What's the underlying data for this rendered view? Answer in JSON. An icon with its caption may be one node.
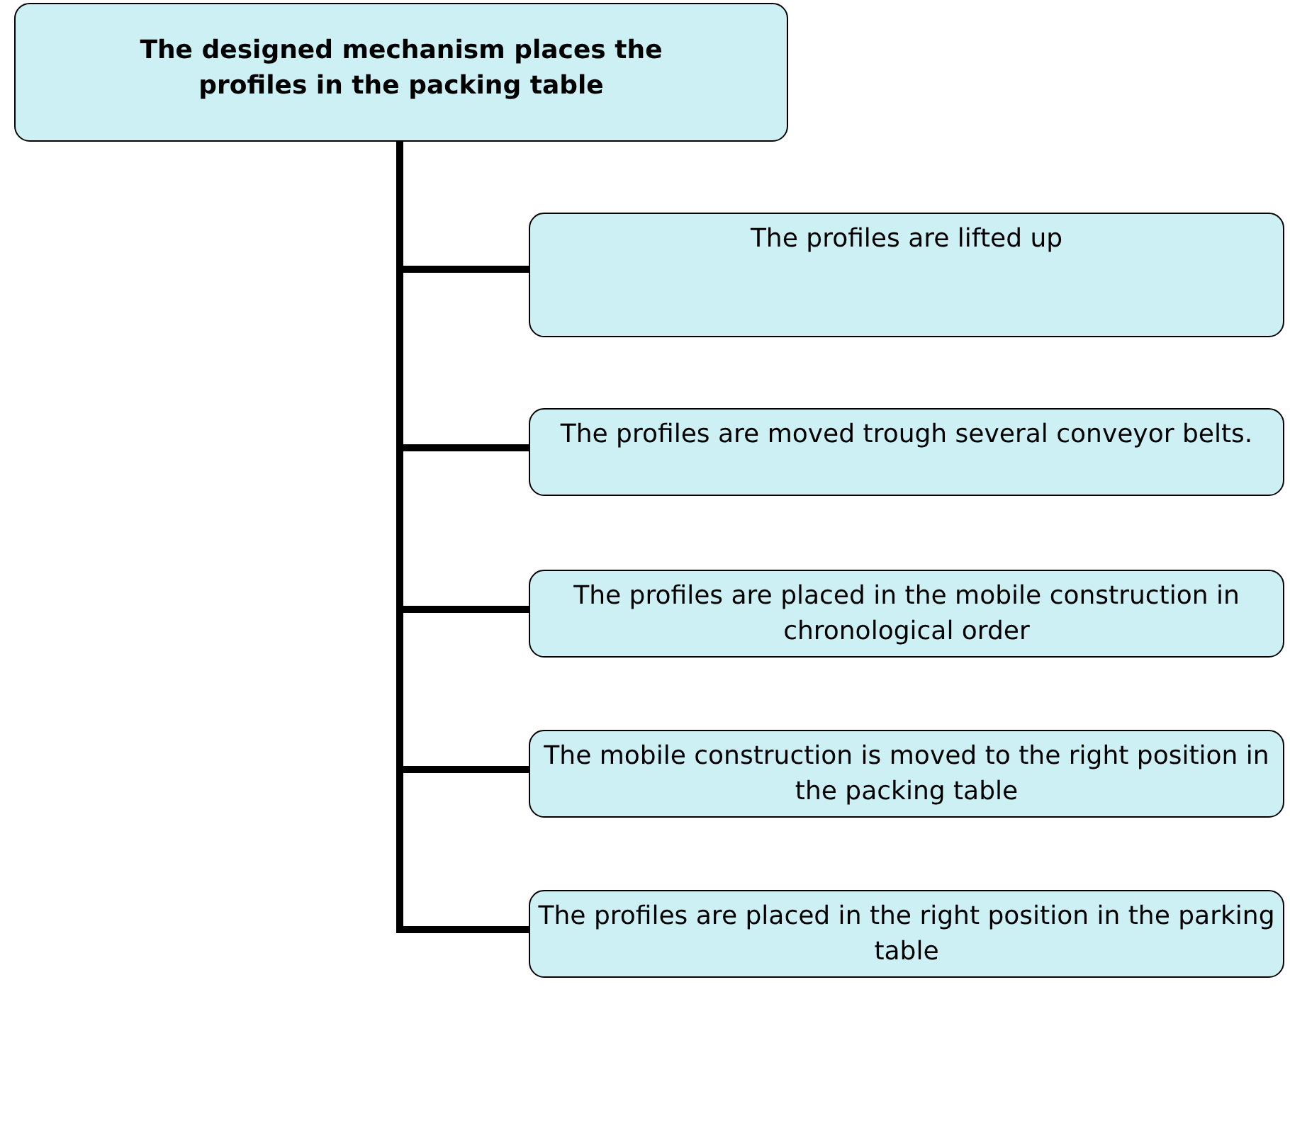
{
  "diagram": {
    "nodes": [
      {
        "text": [
          "The designed mechanism places the profiles in the packing table"
        ]
      },
      {
        "text": [
          "The profiles are lifted up"
        ]
      },
      {
        "text": [
          "The profiles are moved trough several conveyor belts."
        ]
      },
      {
        "text": [
          "The profiles are placed in the mobile construction in chronological order"
        ]
      },
      {
        "text": [
          "The mobile construction is moved to the right position in the packing table"
        ]
      },
      {
        "text": [
          "The profiles are placed in the right position in the parking table"
        ]
      }
    ],
    "edges": [
      {
        "from": 0,
        "to": 1,
        "arrow": "none"
      },
      {
        "from": 0,
        "to": 2,
        "arrow": "none"
      },
      {
        "from": 0,
        "to": 3,
        "arrow": "none"
      },
      {
        "from": 0,
        "to": 4,
        "arrow": "none"
      },
      {
        "from": 0,
        "to": 5,
        "arrow": "none"
      }
    ]
  }
}
